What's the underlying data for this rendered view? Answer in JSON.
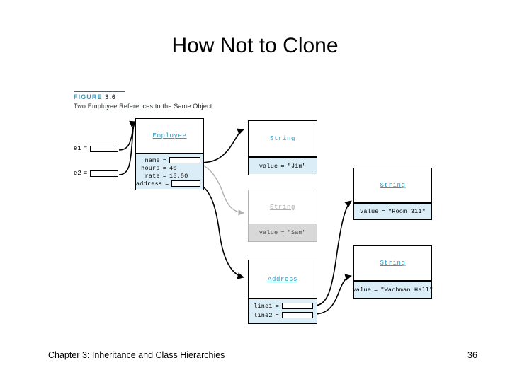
{
  "slide": {
    "title": "How Not to Clone",
    "footer_text": "Chapter 3: Inheritance and Class Hierarchies",
    "page_number": "36"
  },
  "figure": {
    "label_word": "FIGURE",
    "label_number": "3.6",
    "caption": "Two Employee References to the Same Object"
  },
  "colors": {
    "class_name": "#2a9bc4",
    "field_fill": "#dbeef8",
    "ghost_fill": "#d8d8d8",
    "ghost_border": "#b2b2b2",
    "arrow": "#000000",
    "ghost_arrow": "#b0b0b0"
  },
  "variables": [
    {
      "name": "e1",
      "equals": "="
    },
    {
      "name": "e2",
      "equals": "="
    }
  ],
  "objects": {
    "employee": {
      "class_name": "Employee",
      "fields": [
        {
          "name": "name",
          "equals": "=",
          "value": "",
          "is_ref": true
        },
        {
          "name": "hours",
          "equals": "=",
          "value": "40",
          "is_ref": false
        },
        {
          "name": "rate",
          "equals": "=",
          "value": "15.50",
          "is_ref": false
        },
        {
          "name": "address",
          "equals": "=",
          "value": "",
          "is_ref": true
        }
      ]
    },
    "string_jim": {
      "class_name": "String",
      "field_label": "value",
      "field_equals": "=",
      "field_value": "\"Jim\""
    },
    "string_sam": {
      "class_name": "String",
      "field_label": "value",
      "field_equals": "=",
      "field_value": "\"Sam\"",
      "state": "discarded"
    },
    "address": {
      "class_name": "Address",
      "fields": [
        {
          "name": "line1",
          "equals": "=",
          "value": "",
          "is_ref": true
        },
        {
          "name": "line2",
          "equals": "=",
          "value": "",
          "is_ref": true
        }
      ]
    },
    "string_room": {
      "class_name": "String",
      "field_label": "value",
      "field_equals": "=",
      "field_value": "\"Room 311\""
    },
    "string_wachman": {
      "class_name": "String",
      "field_label": "value",
      "field_equals": "=",
      "field_value": "\"Wachman Hall\""
    }
  }
}
